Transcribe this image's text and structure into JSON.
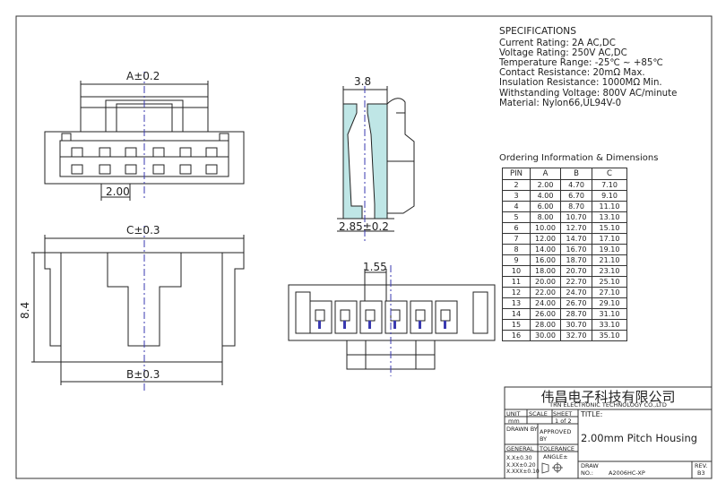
{
  "specifications": {
    "heading": "SPECIFICATIONS",
    "lines": [
      "Current Rating: 2A AC,DC",
      "Voltage Rating: 250V AC,DC",
      "Temperature Range: -25℃ ~ +85℃",
      "Contact Resistance: 20mΩ Max.",
      "Insulation Resistance: 1000MΩ Min.",
      "Withstanding Voltage: 800V AC/minute",
      "Material: Nylon66,UL94V-0"
    ]
  },
  "ordering": {
    "title": "Ordering Information & Dimensions",
    "headers": [
      "PIN",
      "A",
      "B",
      "C"
    ],
    "rows": [
      [
        "2",
        "2.00",
        "4.70",
        "7.10"
      ],
      [
        "3",
        "4.00",
        "6.70",
        "9.10"
      ],
      [
        "4",
        "6.00",
        "8.70",
        "11.10"
      ],
      [
        "5",
        "8.00",
        "10.70",
        "13.10"
      ],
      [
        "6",
        "10.00",
        "12.70",
        "15.10"
      ],
      [
        "7",
        "12.00",
        "14.70",
        "17.10"
      ],
      [
        "8",
        "14.00",
        "16.70",
        "19.10"
      ],
      [
        "9",
        "16.00",
        "18.70",
        "21.10"
      ],
      [
        "10",
        "18.00",
        "20.70",
        "23.10"
      ],
      [
        "11",
        "20.00",
        "22.70",
        "25.10"
      ],
      [
        "12",
        "22.00",
        "24.70",
        "27.10"
      ],
      [
        "13",
        "24.00",
        "26.70",
        "29.10"
      ],
      [
        "14",
        "26.00",
        "28.70",
        "31.10"
      ],
      [
        "15",
        "28.00",
        "30.70",
        "33.10"
      ],
      [
        "16",
        "30.00",
        "32.70",
        "35.10"
      ]
    ]
  },
  "dimensions": {
    "a": "A±0.2",
    "pitch": "2.00",
    "c": "C±0.3",
    "b": "B±0.3",
    "height": "8.4",
    "depth": "3.8",
    "base": "2.85±0.2",
    "pin_pitch": "1.55"
  },
  "title_block": {
    "company_cn": "伟昌电子科技有限公司",
    "company_en": "TRN ELECTRONIC TECHNOLOGY CO.,LTD",
    "unit_label": "UNIT",
    "scale_label": "SCALE",
    "sheet_label": "SHEET",
    "unit_value": "mm",
    "sheet_value": "1 of 2",
    "title_label": "TITLE:",
    "title": "2.00mm Pitch Housing",
    "drawn_by": "DRAWN BY",
    "approved_by": "APPROVED BY",
    "general": "GENERAL",
    "tolerance": "TOLERANCE",
    "tol_lines": [
      "X.X±0.30",
      "X.XX±0.20",
      "X.XXX±0.10"
    ],
    "angle": "ANGLE±",
    "draw_no_label": "DRAW NO.:",
    "draw_no": "A2006HC-XP",
    "rev_label": "REV.",
    "rev": "B3"
  }
}
